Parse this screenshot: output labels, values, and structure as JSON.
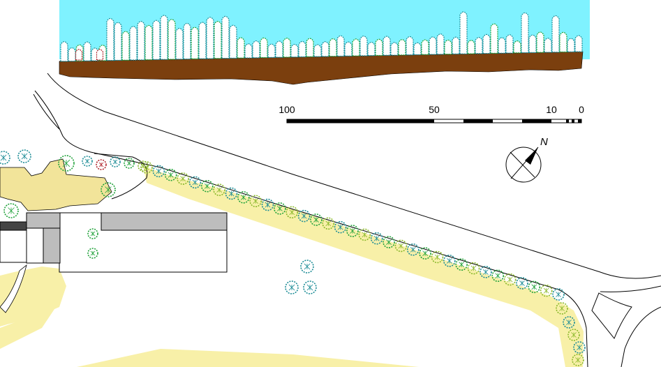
{
  "scale_bar": {
    "labels": [
      "100",
      "50",
      "10",
      "0"
    ],
    "unit": ""
  },
  "north_arrow": {
    "label": "N"
  },
  "colors": {
    "sky": "#7FF2FF",
    "soil": "#7B3F0E",
    "lawn_strip": "#F8F0A8",
    "paving": "#F2E49A",
    "building_fill": "#FFFFFF",
    "building_dark": "#BDBDBD",
    "tree_teal": "#1C8C96",
    "tree_green": "#20A23A",
    "tree_red": "#B0242C",
    "shrub_yellowgreen": "#8AB82A",
    "line": "#000000"
  },
  "icons": {
    "tree": "tree-symbol-icon",
    "north": "north-arrow-icon"
  }
}
